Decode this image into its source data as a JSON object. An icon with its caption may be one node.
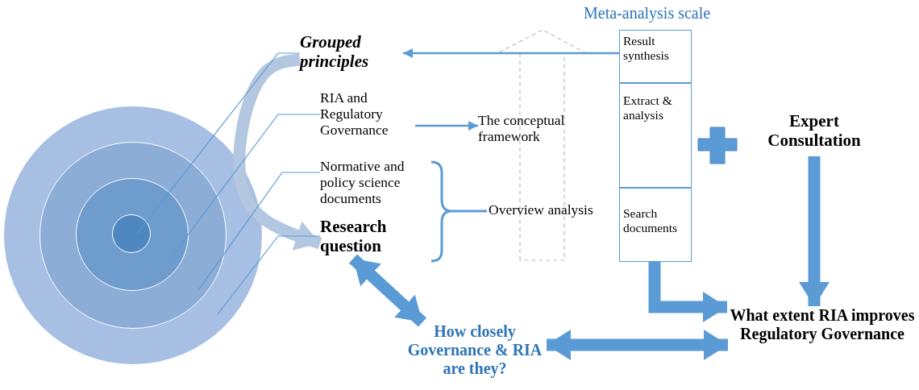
{
  "diagram": {
    "nodes": [
      {
        "text": [],
        "shape": "circle"
      },
      {
        "text": [],
        "shape": "circle",
        "in": 0
      },
      {
        "text": [],
        "shape": "circle",
        "in": 1
      },
      {
        "text": [],
        "shape": "circle",
        "in": 2
      },
      {
        "text": [
          "Grouped principles"
        ]
      },
      {
        "text": [
          "RIA and Regulatory Governance"
        ]
      },
      {
        "text": [
          "Normative and policy science documents"
        ]
      },
      {
        "text": [
          "Research question"
        ]
      },
      {
        "text": [
          "The conceptual framework"
        ]
      },
      {
        "text": [
          "Overview analysis"
        ]
      },
      {
        "text": [
          "Meta-analysis scale"
        ]
      },
      {
        "text": [
          "Result synthesis"
        ],
        "in": 10
      },
      {
        "text": [
          "Extract & analysis"
        ],
        "in": 10
      },
      {
        "text": [
          "Search documents"
        ],
        "in": 10
      },
      {
        "text": [
          "Expert Consultation"
        ]
      },
      {
        "text": [
          "What extent RIA improves Regulatory Governance"
        ]
      },
      {
        "text": [
          "How closely Governance & RIA are they?"
        ]
      }
    ],
    "edges": [
      {
        "from": 11,
        "to": 4,
        "arrow": "to"
      },
      {
        "from": 5,
        "to": 8,
        "arrow": "to"
      },
      {
        "from": 4,
        "to": 7,
        "arrow": "to",
        "style": "thick",
        "color": "#b4c7e0"
      },
      {
        "from": 4,
        "to": 3,
        "arrow": "none"
      },
      {
        "from": 5,
        "to": 2,
        "arrow": "none"
      },
      {
        "from": 6,
        "to": 1,
        "arrow": "none"
      },
      {
        "from": 7,
        "to": 0,
        "arrow": "none"
      },
      {
        "from": 7,
        "to": 16,
        "arrow": "both",
        "style": "thick"
      },
      {
        "from": 13,
        "to": 15,
        "arrow": "to",
        "style": "thick"
      },
      {
        "from": 14,
        "to": 15,
        "arrow": "to",
        "style": "thick"
      },
      {
        "from": 16,
        "to": 15,
        "arrow": "both",
        "style": "thick"
      }
    ]
  }
}
